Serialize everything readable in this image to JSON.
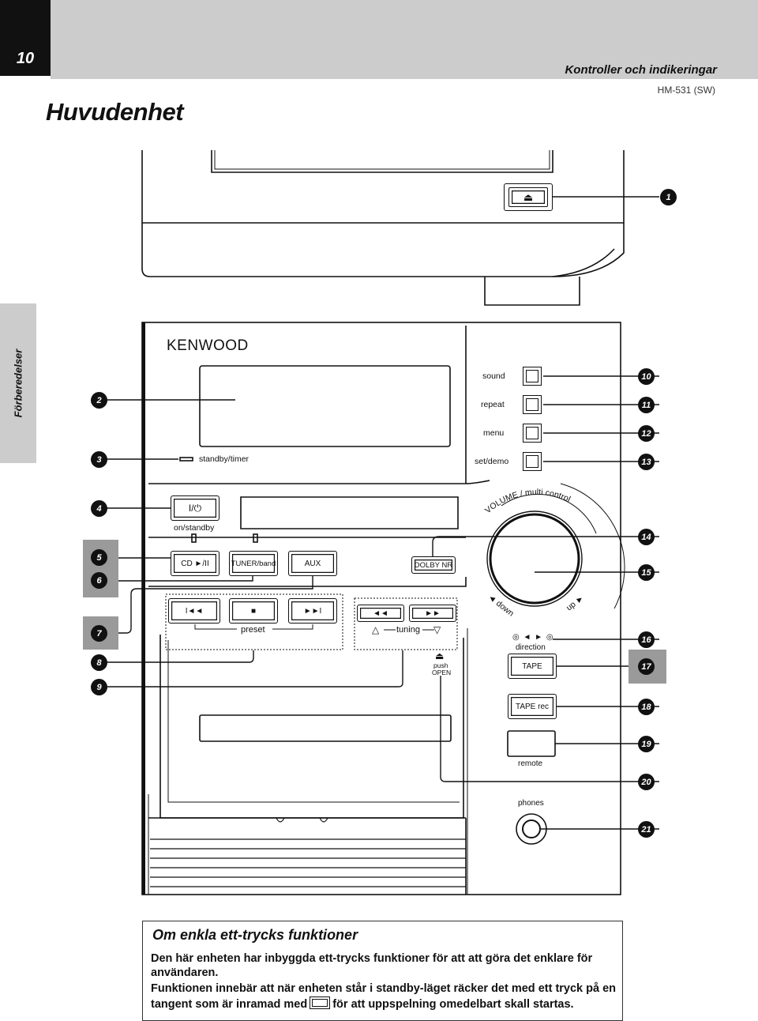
{
  "header": {
    "page_number": "10",
    "section_title": "Kontroller och indikeringar",
    "model": "HM-531 (SW)"
  },
  "page_title": "Huvudenhet",
  "side_tab": "Förberedelser",
  "device": {
    "brand": "KENWOOD",
    "labels": {
      "standby_timer": "standby/timer",
      "on_standby": "on/standby",
      "power_symbol": "I/⏻",
      "cd": "CD ►/II",
      "tuner": "TUNER/band",
      "aux": "AUX",
      "dolby": "DOLBY NR",
      "sound": "sound",
      "repeat": "repeat",
      "menu": "menu",
      "set_demo": "set/demo",
      "volume": "VOLUME / multi control",
      "down": "down",
      "up": "up",
      "preset": "preset",
      "tuning": "tuning",
      "push": "push",
      "open": "OPEN",
      "direction": "direction",
      "tape": "TAPE",
      "tape_rec": "TAPE rec",
      "remote": "remote",
      "phones": "phones"
    },
    "transport": {
      "prev": "I◄◄",
      "stop": "■",
      "next": "►►I",
      "rew": "◄◄",
      "ff": "►►",
      "up_triangle": "△",
      "down_triangle": "▽",
      "dir_symbols": "◎ ◄ ► ◎",
      "eject": "⏏"
    }
  },
  "callouts": [
    "1",
    "2",
    "3",
    "4",
    "5",
    "6",
    "7",
    "8",
    "9",
    "10",
    "11",
    "12",
    "13",
    "14",
    "15",
    "16",
    "17",
    "18",
    "19",
    "20",
    "21"
  ],
  "info_box": {
    "title": "Om enkla ett-trycks funktioner",
    "para1": "Den här enheten har inbyggda ett-trycks funktioner för att att göra det enklare för användaren.",
    "para2_a": "Funktionen innebär att när enheten står i standby-läget räcker det med ett tryck på en tangent som är inramad med",
    "para2_b": "för att uppspelning omedelbart skall startas."
  },
  "colors": {
    "ink": "#111111",
    "header_bar": "#cccccc",
    "highlight": "#9a9a9a"
  }
}
